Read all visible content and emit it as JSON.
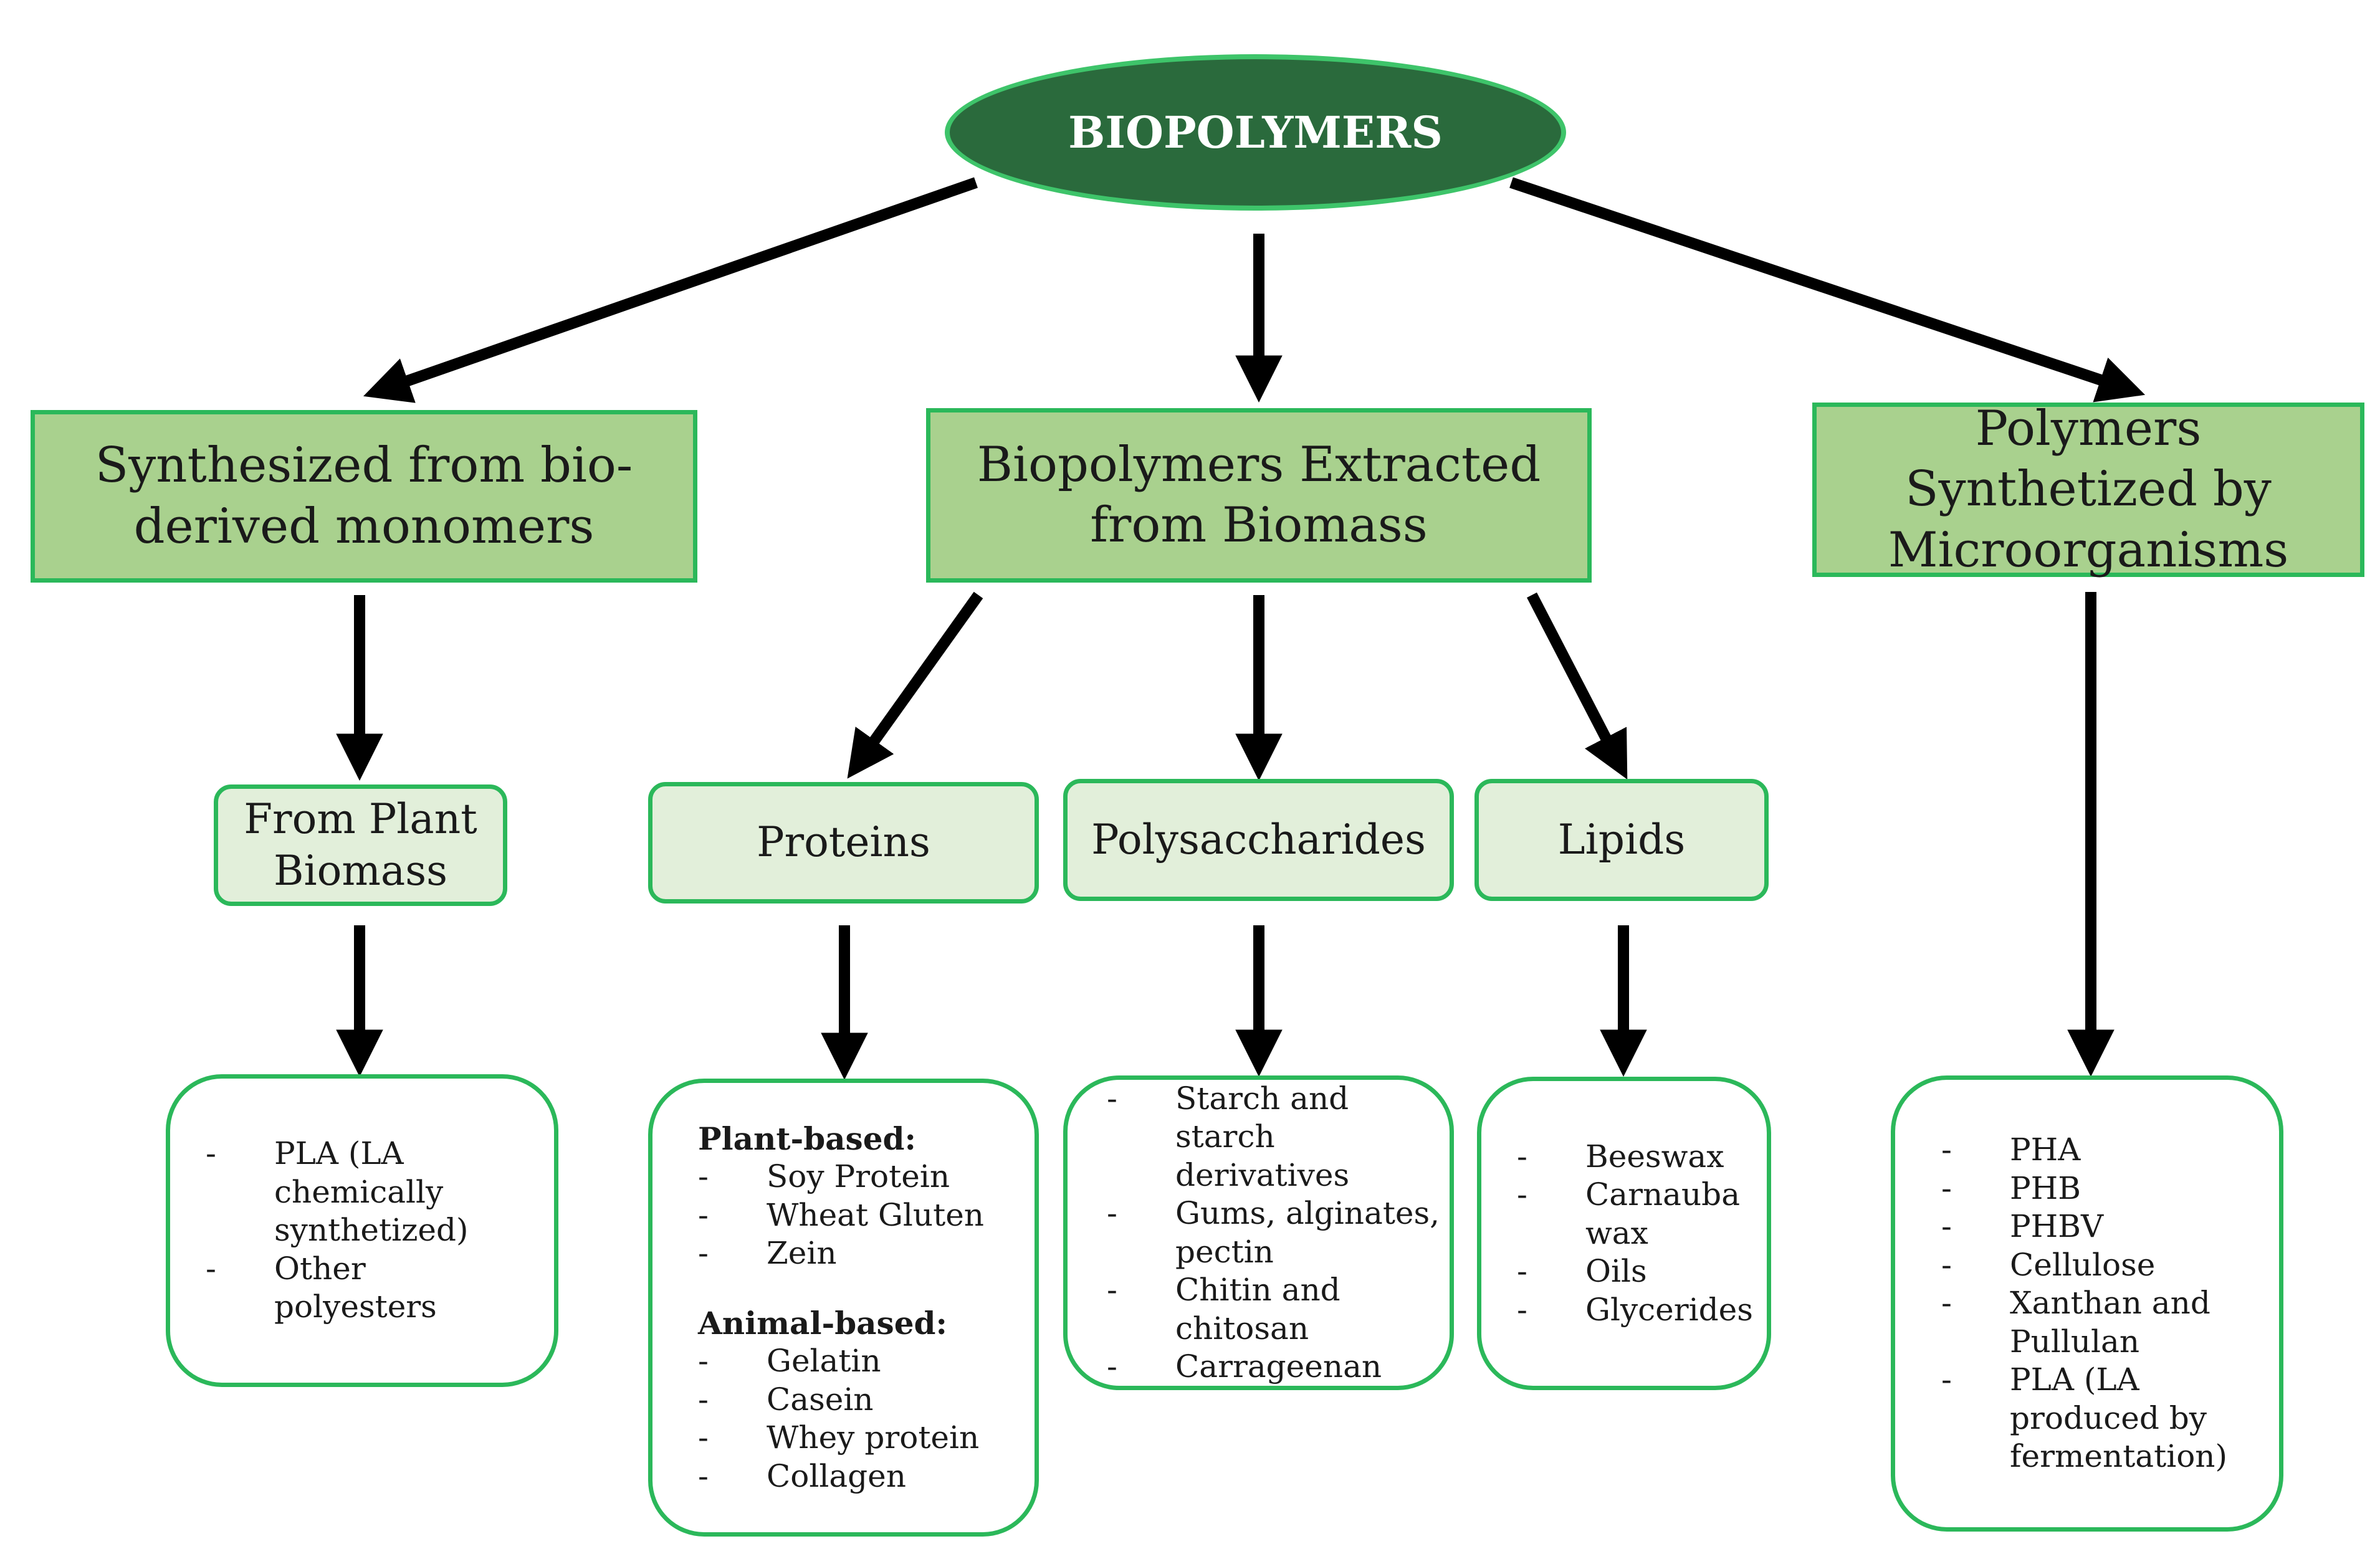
{
  "root": {
    "label": "BIOPOLYMERS"
  },
  "categories": [
    {
      "label": "Synthesized from bio-derived monomers"
    },
    {
      "label": "Biopolymers Extracted from Biomass"
    },
    {
      "label": "Polymers Synthetized by Microorganisms"
    }
  ],
  "subcategories": [
    {
      "label": "From Plant Biomass"
    },
    {
      "label": "Proteins"
    },
    {
      "label": "Polysaccharides"
    },
    {
      "label": "Lipids"
    }
  ],
  "leaves": {
    "plant_biomass": {
      "items": [
        "PLA (LA chemically synthetized)",
        "Other polyesters"
      ]
    },
    "proteins": {
      "plant_heading": "Plant-based:",
      "plant_items": [
        "Soy Protein",
        "Wheat Gluten",
        "Zein"
      ],
      "animal_heading": "Animal-based:",
      "animal_items": [
        "Gelatin",
        "Casein",
        "Whey protein",
        "Collagen"
      ]
    },
    "polysaccharides": {
      "items": [
        "Starch and starch derivatives",
        "Gums, alginates, pectin",
        "Chitin and chitosan",
        "Carrageenan"
      ]
    },
    "lipids": {
      "items": [
        "Beeswax",
        "Carnauba wax",
        "Oils",
        "Glycerides"
      ]
    },
    "microorganisms": {
      "items": [
        "PHA",
        "PHB",
        "PHBV",
        "Cellulose",
        "Xanthan and Pullulan",
        "PLA (LA produced by fermentation)"
      ]
    }
  },
  "colors": {
    "root_fill": "#2a6a3c",
    "category_fill": "#a9d18e",
    "subcategory_fill": "#e2efda",
    "border": "#2bb85a",
    "arrow": "#000000"
  }
}
